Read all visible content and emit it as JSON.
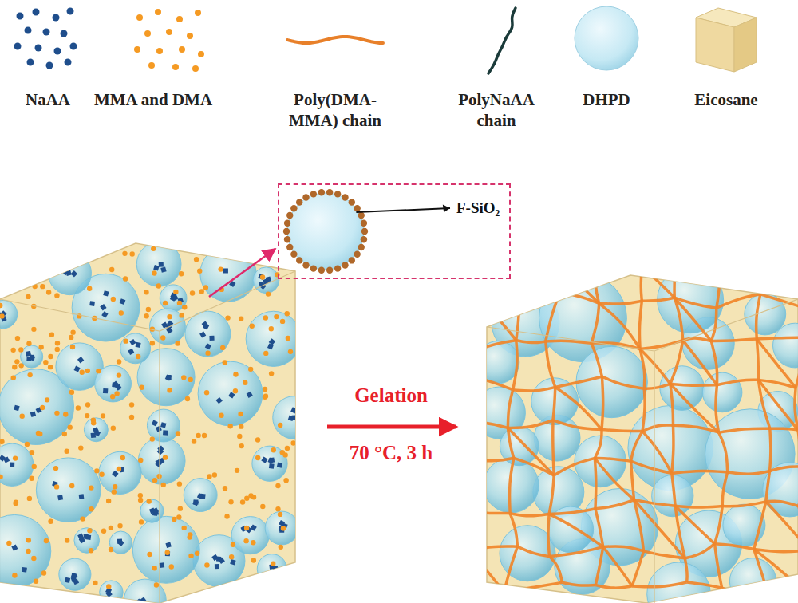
{
  "diagram": {
    "nodes": [
      {
        "text": [
          "F-SiO₂"
        ]
      }
    ],
    "labels": [
      "Gelation",
      "70 °C, 3 h"
    ],
    "legend": [
      {
        "text": "NaAA"
      },
      {
        "text": "MMA and DMA"
      },
      {
        "text": "Poly(DMA-MMA) chain"
      },
      {
        "text": "PolyNaAA chain"
      },
      {
        "text": "DHPD"
      },
      {
        "text": "Eicosane"
      }
    ]
  }
}
